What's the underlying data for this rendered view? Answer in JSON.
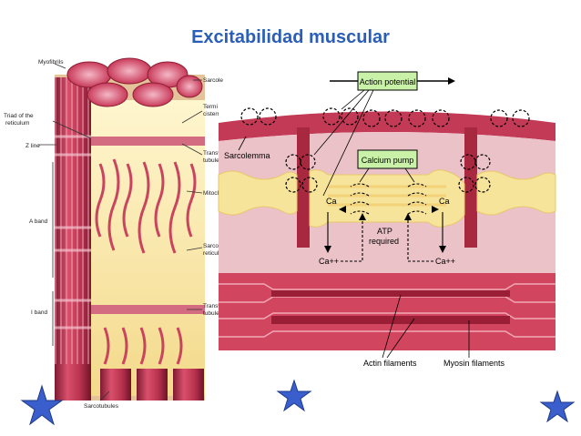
{
  "title": "Excitabilidad muscular",
  "left_labels": {
    "myofibrils": "Myofibrils",
    "triad_line1": "Triad of the",
    "triad_line2": "reticulum",
    "z_line": "Z line",
    "a_band": "A band",
    "i_band": "I band",
    "sarcotubules": "Sarcotubules"
  },
  "right_labels": {
    "sarcolemma": "Sarcole",
    "terminal_line1": "Termi",
    "terminal_line2": "cistern",
    "transverse_tubule_1_line1": "Transv",
    "transverse_tubule_1_line2": "tubule",
    "mitochondria": "Mitoch",
    "sarcoplasmic_line1": "Sarcop",
    "sarcoplasmic_line2": "reticul",
    "transverse_tubule_2_line1": "Transv",
    "transverse_tubule_2_line2": "tubule"
  },
  "diagram_labels": {
    "action_potential": "Action potential",
    "sarcolemma": "Sarcolemma",
    "calcium_pump": "Calcium pump",
    "ca_left": "Ca",
    "ca_right": "Ca",
    "atp_line1": "ATP",
    "atp_line2": "required",
    "ca_plus_left": "Ca++",
    "ca_plus_right": "Ca++",
    "actin_filaments": "Actin filaments",
    "myosin_filaments": "Myosin filaments"
  },
  "colors": {
    "title": "#2a5eb8",
    "muscle": "#c23a55",
    "muscle_dark": "#8c1f35",
    "cytoplasm": "#ebc2c8",
    "reticulum": "#f6e49a",
    "label_box": "#c9f2a8",
    "star": "#3a5fcd"
  },
  "icons": [
    "star-icon",
    "star-icon",
    "star-icon"
  ]
}
